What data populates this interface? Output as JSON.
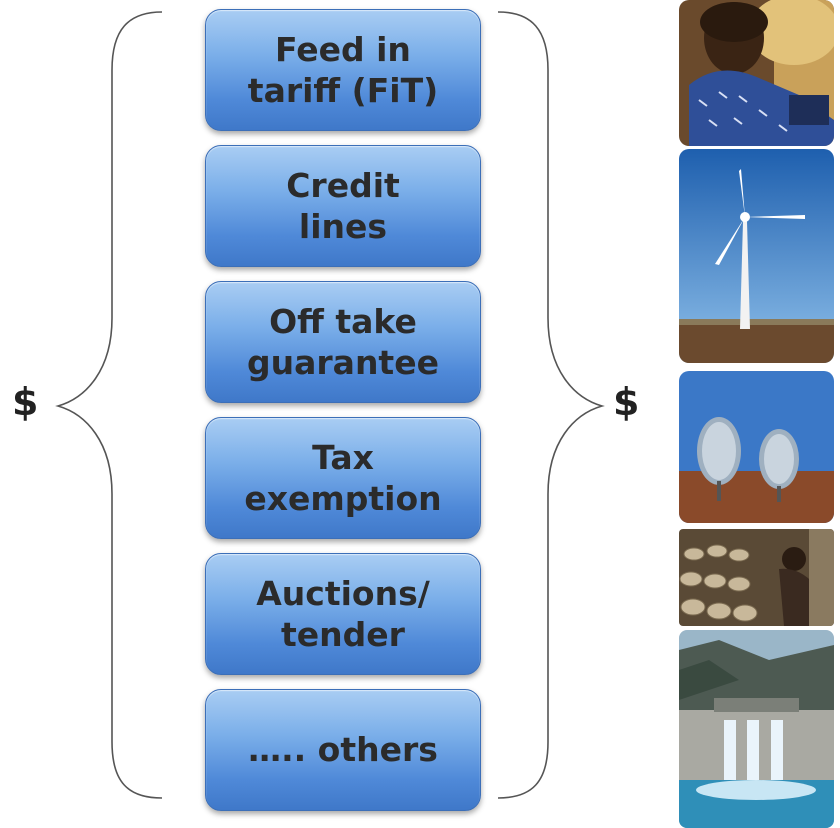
{
  "currency_symbol_left": "$",
  "currency_symbol_right": "$",
  "mechanisms": [
    {
      "label": "Feed in\ntariff (FiT)"
    },
    {
      "label": "Credit\nlines"
    },
    {
      "label": "Off take\nguarantee"
    },
    {
      "label": "Tax\nexemption"
    },
    {
      "label": "Auctions/\ntender"
    },
    {
      "label": "….. others"
    }
  ],
  "photos": [
    {
      "icon": "woman-with-solar-lantern-icon"
    },
    {
      "icon": "wind-turbine-icon"
    },
    {
      "icon": "solar-dish-icon"
    },
    {
      "icon": "biomass-cookstove-icon"
    },
    {
      "icon": "hydropower-dam-icon"
    }
  ],
  "colors": {
    "box_top": "#a9cdf3",
    "box_bottom": "#3f78c9",
    "text": "#2b2b2b"
  }
}
